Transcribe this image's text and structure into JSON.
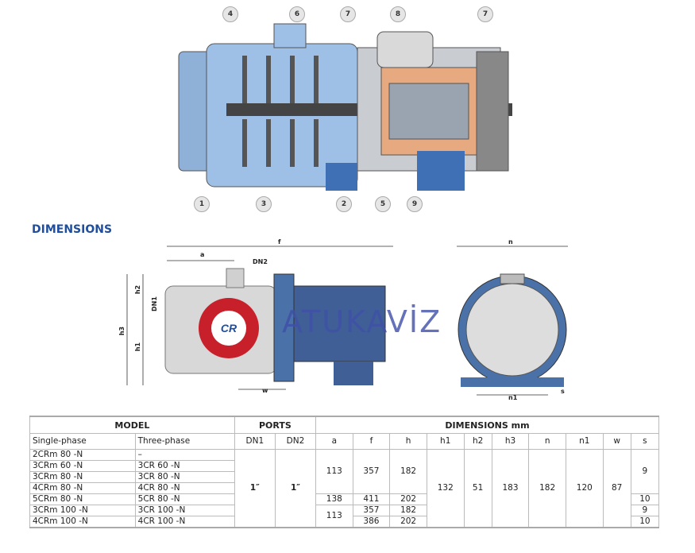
{
  "callouts": {
    "top": [
      "4",
      "6",
      "7",
      "8",
      "7"
    ],
    "bottom": [
      "1",
      "3",
      "2",
      "5",
      "9"
    ]
  },
  "section_title": "DIMENSIONS",
  "dimension_labels": {
    "a": "a",
    "f": "f",
    "dn2": "DN2",
    "dn1": "DN1",
    "h2": "h2",
    "h3": "h3",
    "h1": "h1",
    "w": "w",
    "n": "n",
    "n1": "n1",
    "s": "s"
  },
  "watermark": "ATUKAVİZ",
  "pump_logo": "CR",
  "table": {
    "group_headers": {
      "model": "MODEL",
      "ports": "PORTS",
      "dimensions": "DIMENSIONS mm"
    },
    "columns": [
      "Single-phase",
      "Three-phase",
      "DN1",
      "DN2",
      "a",
      "f",
      "h",
      "h1",
      "h2",
      "h3",
      "n",
      "n1",
      "w",
      "s"
    ],
    "single_phase": [
      "2CRm 80  -N",
      "3CRm 60  -N",
      "3CRm 80  -N",
      "4CRm 80  -N",
      "5CRm 80  -N",
      "3CRm 100 -N",
      "4CRm 100 -N"
    ],
    "three_phase": [
      "–",
      "3CR 60  -N",
      "3CR 80  -N",
      "4CR 80  -N",
      "5CR 80  -N",
      "3CR 100 -N",
      "4CR 100 -N"
    ],
    "dn1": "1″",
    "dn2": "1″",
    "a": [
      "113",
      "138",
      "113"
    ],
    "f": [
      "357",
      "411",
      "357",
      "386"
    ],
    "h": [
      "182",
      "202",
      "182",
      "202"
    ],
    "h1": "132",
    "h2": "51",
    "h3": "183",
    "n": "182",
    "n1": "120",
    "w": "87",
    "s": [
      "9",
      "10",
      "9",
      "10"
    ]
  }
}
